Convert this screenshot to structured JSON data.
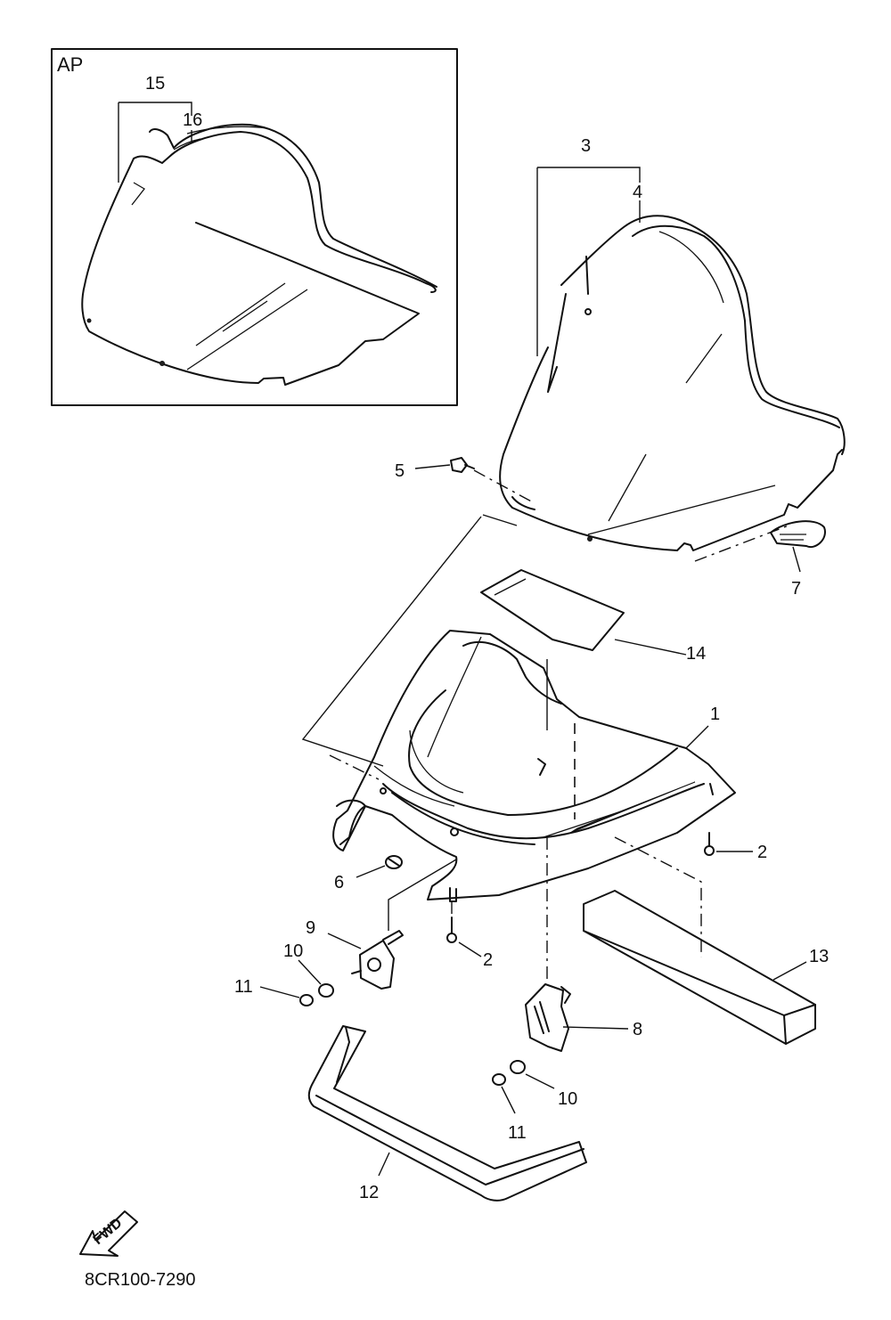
{
  "inset": {
    "label": "AP"
  },
  "callouts": {
    "c1": "1",
    "c2a": "2",
    "c2b": "2",
    "c3": "3",
    "c4": "4",
    "c5": "5",
    "c6": "6",
    "c7": "7",
    "c8": "8",
    "c9": "9",
    "c10a": "10",
    "c10b": "10",
    "c11a": "11",
    "c11b": "11",
    "c12": "12",
    "c13": "13",
    "c14": "14",
    "c15": "15",
    "c16": "16"
  },
  "fwd_arrow": {
    "label": "FWD"
  },
  "diagram_code": "8CR100-7290"
}
